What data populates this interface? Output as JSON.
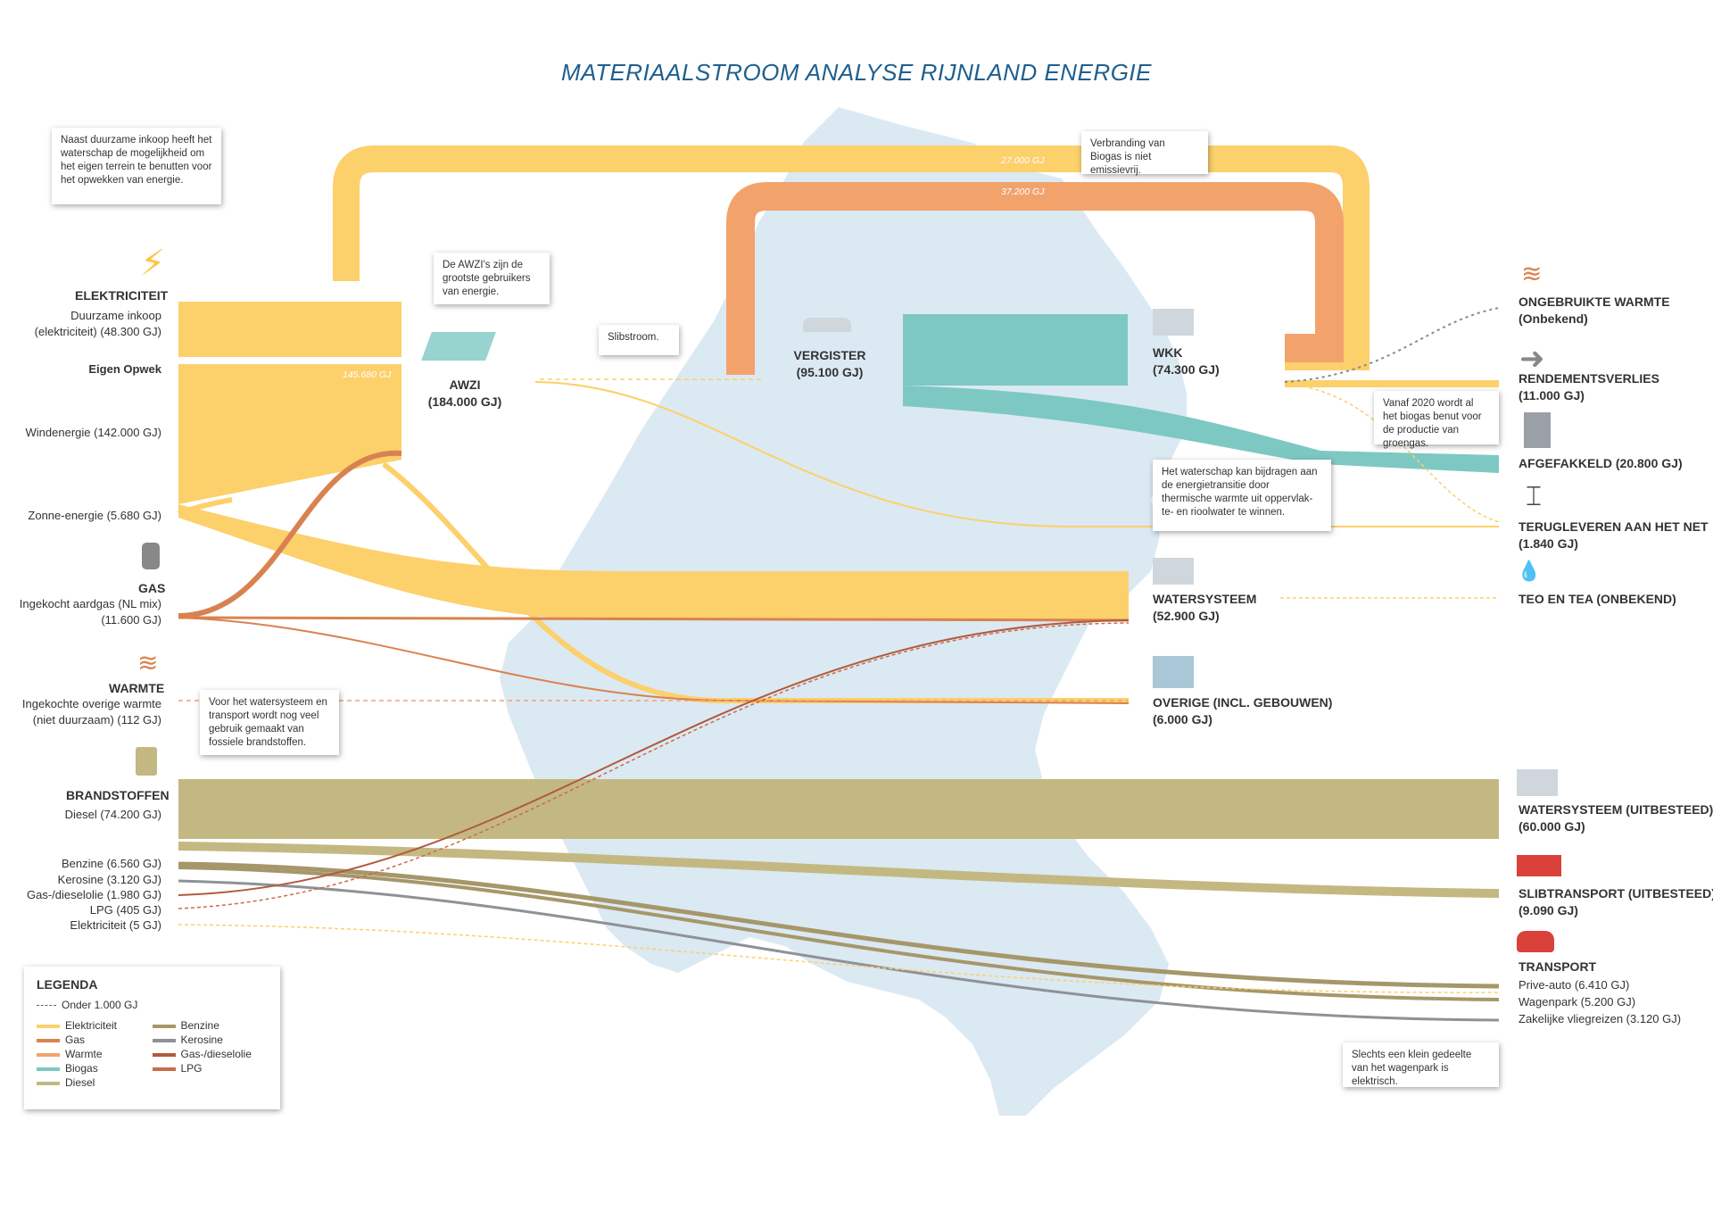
{
  "title": "MATERIAALSTROOM ANALYSE RIJNLAND ENERGIE",
  "colors": {
    "elektriciteit": "#fcd06b",
    "gas": "#d9824f",
    "warmte": "#f2a36c",
    "biogas": "#7dc8c3",
    "diesel": "#c4b882",
    "benzine": "#a6976a",
    "kerosine": "#8e9296",
    "gasdiesel": "#b15a3d",
    "lpg": "#c86d4a",
    "map": "#dbe9f3"
  },
  "sources": {
    "elektriciteit": {
      "title": "ELEKTRICITEIT",
      "duurzaam": "Duurzame inkoop\n(elektriciteit) (48.300 GJ)",
      "eigen": "Eigen Opwek",
      "wind": "Windenergie (142.000 GJ)",
      "zon": "Zonne-energie (5.680 GJ)"
    },
    "gas": {
      "title": "GAS",
      "sub": "Ingekocht aardgas (NL mix)\n(11.600 GJ)"
    },
    "warmte": {
      "title": "WARMTE",
      "sub": "Ingekochte overige warmte\n(niet duurzaam) (112 GJ)"
    },
    "brandstoffen": {
      "title": "BRANDSTOFFEN",
      "diesel": "Diesel (74.200 GJ)",
      "benzine": "Benzine (6.560 GJ)",
      "kerosine": "Kerosine (3.120 GJ)",
      "gasdiesel": "Gas-/dieselolie (1.980 GJ)",
      "lpg": "LPG (405 GJ)",
      "elek": "Elektriciteit (5 GJ)"
    }
  },
  "nodes": {
    "awzi": {
      "name": "AWZI",
      "value": "(184.000 GJ)"
    },
    "vergister": {
      "name": "VERGISTER",
      "value": "(95.100 GJ)"
    },
    "wkk": {
      "name": "WKK",
      "value": "(74.300 GJ)"
    },
    "watersysteem": {
      "name": "WATERSYSTEEM",
      "value": "(52.900 GJ)"
    },
    "overige": {
      "name": "OVERIGE (INCL. GEBOUWEN)",
      "value": "(6.000 GJ)"
    }
  },
  "sinks": {
    "ongebruikt": {
      "name": "ONGEBRUIKTE WARMTE",
      "value": "(Onbekend)"
    },
    "rendement": {
      "name": "RENDEMENTSVERLIES",
      "value": "(11.000 GJ)"
    },
    "afgefakkeld": {
      "name": "AFGEFAKKELD (20.800 GJ)"
    },
    "terug": {
      "name": "TERUGLEVEREN AAN HET NET",
      "value": "(1.840 GJ)"
    },
    "teo": {
      "name": "TEO EN TEA (ONBEKEND)"
    },
    "ws_uit": {
      "name": "WATERSYSTEEM (UITBESTEED)",
      "value": "(60.000 GJ)"
    },
    "slib": {
      "name": "SLIBTRANSPORT (UITBESTEED)",
      "value": "(9.090 GJ)"
    },
    "transport": {
      "name": "TRANSPORT",
      "prive": "Prive-auto (6.410 GJ)",
      "wagen": "Wagenpark (5.200 GJ)",
      "vlieg": "Zakelijke vliegreizen (3.120 GJ)"
    }
  },
  "flow_labels": {
    "awzi_in": "145.680 GJ",
    "biogas_loop": "27.000 GJ",
    "warmte_loop": "37.200 GJ"
  },
  "callouts": {
    "c1": "Naast duurzame inkoop heeft het waterschap de mogelijkheid om het eigen terrein te benutten voor het opwekken van energie.",
    "c2": "De AWZI's zijn de grootste gebruikers van energie.",
    "c3": "Slibstroom.",
    "c4": "Verbranding van Biogas is niet emissievrij.",
    "c5": "Vanaf 2020 wordt al het biogas benut voor de productie van groengas.",
    "c6": "Het waterschap kan bijdragen aan de energietransitie door thermische warmte uit oppervlak-te- en rioolwater te winnen.",
    "c7": "Voor het watersysteem en transport wordt nog veel gebruik gemaakt van fossiele brandstoffen.",
    "c8": "Slechts een klein gedeelte van het wagenpark is elektrisch."
  },
  "legend": {
    "title": "LEGENDA",
    "dashed": "Onder 1.000 GJ",
    "items_left": [
      {
        "label": "Elektriciteit",
        "color": "#fcd06b"
      },
      {
        "label": "Gas",
        "color": "#d9824f"
      },
      {
        "label": "Warmte",
        "color": "#f2a36c"
      },
      {
        "label": "Biogas",
        "color": "#7dc8c3"
      },
      {
        "label": "Diesel",
        "color": "#c4b882"
      }
    ],
    "items_right": [
      {
        "label": "Benzine",
        "color": "#a6976a"
      },
      {
        "label": "Kerosine",
        "color": "#8e9296"
      },
      {
        "label": "Gas-/dieselolie",
        "color": "#b15a3d"
      },
      {
        "label": "LPG",
        "color": "#c86d4a"
      }
    ]
  }
}
